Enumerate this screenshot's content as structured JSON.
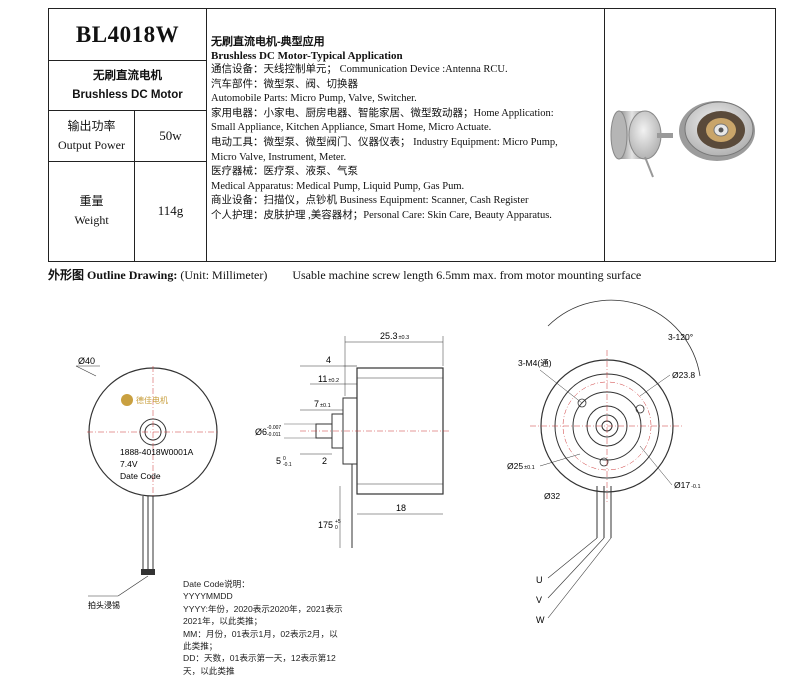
{
  "model": "BL4018W",
  "motor_type": {
    "cn": "无刷直流电机",
    "en": "Brushless DC Motor"
  },
  "specs": [
    {
      "cn": "输出功率",
      "en": "Output Power",
      "value": "50w"
    },
    {
      "cn": "重量",
      "en": "Weight",
      "value": "114g"
    }
  ],
  "application": {
    "title_cn": "无刷直流电机-典型应用",
    "title_en": "Brushless DC Motor-Typical Application",
    "lines": [
      "通信设备：天线控制单元；  Communication Device :Antenna RCU.",
      "汽车部件：微型泵、阀、切换器",
      "Automobile Parts: Micro Pump, Valve, Switcher.",
      "家用电器：小家电、厨房电器、智能家居、微型致动器；Home Application:",
      "Small Appliance, Kitchen Appliance, Smart Home, Micro Actuate.",
      "电动工具：微型泵、微型阀门、仪器仪表；  Industry Equipment: Micro Pump,",
      "Micro Valve, Instrument, Meter.",
      "医疗器械：医疗泵、液泵、气泵",
      "Medical Apparatus: Medical Pump, Liquid Pump, Gas Pum.",
      "商业设备：扫描仪，点钞机  Business Equipment: Scanner, Cash Register",
      "个人护理：皮肤护理 ,美容器材；Personal Care: Skin Care, Beauty Apparatus."
    ]
  },
  "outline": {
    "title_cn": "外形图",
    "title_en": "Outline Drawing:",
    "unit": "(Unit: Millimeter)",
    "note": "Usable machine screw length 6.5mm max. from motor mounting surface"
  },
  "front_view": {
    "diameter": "Ø40",
    "logo_text": "德佳电机",
    "part_no": "1888-4018W0001A",
    "voltage": "7.4V",
    "date_label": "Date Code",
    "lead_note": "拍头浸锡"
  },
  "side_view": {
    "length": "25.3",
    "length_tol": "±0.3",
    "dim_4": "4",
    "dim_11": "11",
    "dim_11_tol": "±0.2",
    "dim_7": "7",
    "dim_7_tol": "±0.1",
    "shaft": "Ø6",
    "shaft_tol_upper": "-0.007",
    "shaft_tol_lower": "-0.011",
    "dim_2": "2",
    "dim_5": "5",
    "dim_5_tol_upper": "0",
    "dim_5_tol_lower": "-0.1",
    "lead_len": "175",
    "lead_tol_upper": "+5",
    "lead_tol_lower": "0",
    "dim_18": "18"
  },
  "rear_view": {
    "angle": "3-120°",
    "holes": "3-M4(通)",
    "d238": "Ø23.8",
    "d25": "Ø25",
    "d25_tol": "±0.1",
    "d32": "Ø32",
    "d17": "Ø17",
    "d17_tol": "-0.1",
    "leads": [
      "U",
      "V",
      "W"
    ]
  },
  "date_code": {
    "title": "Date Code说明：",
    "lines": [
      "YYYYMMDD",
      "YYYY:年份，2020表示2020年，2021表示",
      "2021年，以此类推；",
      "MM：月份，01表示1月，02表示2月，以",
      "此类推；",
      "DD：天数，01表示第一天，12表示第12",
      "天，以此类推"
    ]
  }
}
